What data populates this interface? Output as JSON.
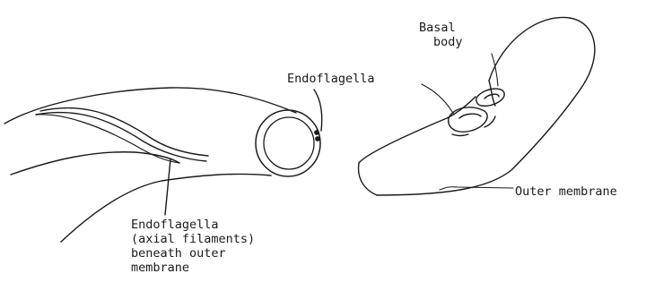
{
  "labels": {
    "endoflagella_top": "Endoflagella",
    "basal_body": [
      "Basal",
      "body"
    ],
    "outer_membrane": "Outer membrane",
    "endoflagella_bottom": [
      "Endoflagella",
      "(axial filaments)",
      "beneath outer",
      "membrane"
    ]
  },
  "colors": {
    "ink": "#1a1a1a",
    "background": "#ffffff"
  }
}
